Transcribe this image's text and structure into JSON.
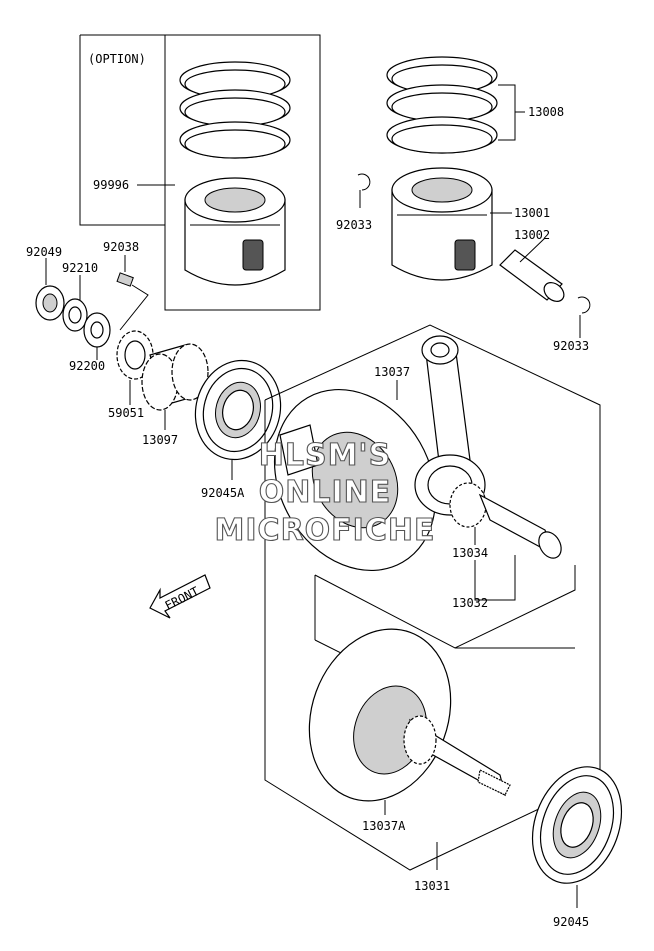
{
  "option_label": "(OPTION)",
  "front_label": "FRONT",
  "watermark": [
    "HLSM'S",
    "ONLINE",
    "MICROFICHE"
  ],
  "parts": {
    "p99996": "99996",
    "p13008": "13008",
    "p13001": "13001",
    "p13002": "13002",
    "p92033a": "92033",
    "p92033b": "92033",
    "p92049": "92049",
    "p92038": "92038",
    "p92210": "92210",
    "p92200": "92200",
    "p59051": "59051",
    "p13097": "13097",
    "p92045A": "92045A",
    "p13037": "13037",
    "p13034": "13034",
    "p13032": "13032",
    "p13037A": "13037A",
    "p13031": "13031",
    "p92045": "92045"
  }
}
